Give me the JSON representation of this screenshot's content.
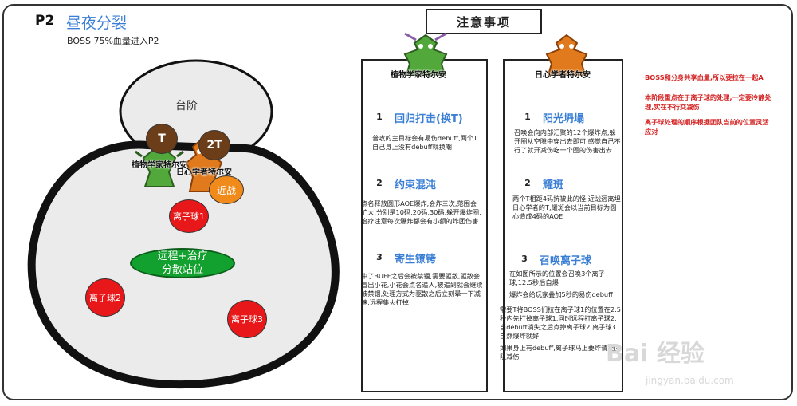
{
  "header": {
    "phase": "P2",
    "phase_title": "昼夜分裂",
    "trigger": "BOSS 75%血量进入P2"
  },
  "map": {
    "stairs_label": "台阶",
    "tank1": "T",
    "tank2": "2T",
    "melee": "近战",
    "orb1": "离子球1",
    "orb2": "离子球2",
    "orb3": "离子球3",
    "ranged_line1": "远程+治疗",
    "ranged_line2": "分散站位",
    "boss_plant": "植物学家特尔安",
    "boss_sun": "日心学者特尔安"
  },
  "notice_title": "注意事项",
  "plant_card": {
    "boss_name": "植物学家特尔安",
    "skills": [
      {
        "num": "1",
        "title": "回归打击(换T)",
        "text": "普攻的主目标会有易伤debuff,两个T自己身上没有debuff就换嘲"
      },
      {
        "num": "2",
        "title": "约束混沌",
        "text": "点名释放圆形AOE爆炸,会炸三次,范围会扩大,分别是10码,20码,30码,躲开爆炸圈,治疗注意每次爆炸都会有小额的炸团伤害"
      },
      {
        "num": "3",
        "title": "寄生镣铐",
        "text": "中了BUFF之后会被禁锢,需要驱散,驱散会冒出小花,小花会点名追人,被追到就会继续被禁锢,处理方式为驱散之后立刻晕一下减速,远程集火打掉"
      }
    ]
  },
  "sun_card": {
    "boss_name": "日心学者特尔安",
    "skills": [
      {
        "num": "1",
        "title": "阳光坍塌",
        "text": "召唤会向内部汇聚的12个爆炸点,躲开圈从空隙中穿出去即可,感觉自己不行了就开减伤吃一个圈的伤害出去"
      },
      {
        "num": "2",
        "title": "耀斑",
        "text": "两个T相距4码抗被此的怪,近战远离坦日心学者的T,耀斑会以当前目标为圆心造成4码的AOE"
      },
      {
        "num": "3",
        "title": "召唤离子球",
        "text": "在如图所示的位置会召唤3个离子球,12.5秒后自爆",
        "text2": "爆炸会给玩家叠加5秒的易伤debuff",
        "text3": "需要T将BOSS们拉在离子球1的位置在2.5秒内先打掉离子球1,同时远程打离子球2,当debuff消失之后点掉离子球2,离子球3自然爆炸就好",
        "text4": "如果身上有debuff,离子球马上要炸请交团队减伤"
      }
    ]
  },
  "notes": {
    "n1": "BOSS和分身共享血量,所以要拉在一起A",
    "n2": "本阶段重点在于离子球的处理,一定要冷静处理,实在不行交减伤",
    "n3": "离子球处理的顺序根据团队当前的位置灵活应对"
  },
  "watermark": {
    "brand": "Bai 经验",
    "url": "jingyan.baidu.com"
  },
  "colors": {
    "title_blue": "#3a7fd5",
    "orb_red": "#e8181a",
    "tank_brown": "#6b3d18",
    "melee_orange": "#f08a1a",
    "ranged_green": "#12a02e",
    "note_red": "#d42121"
  }
}
